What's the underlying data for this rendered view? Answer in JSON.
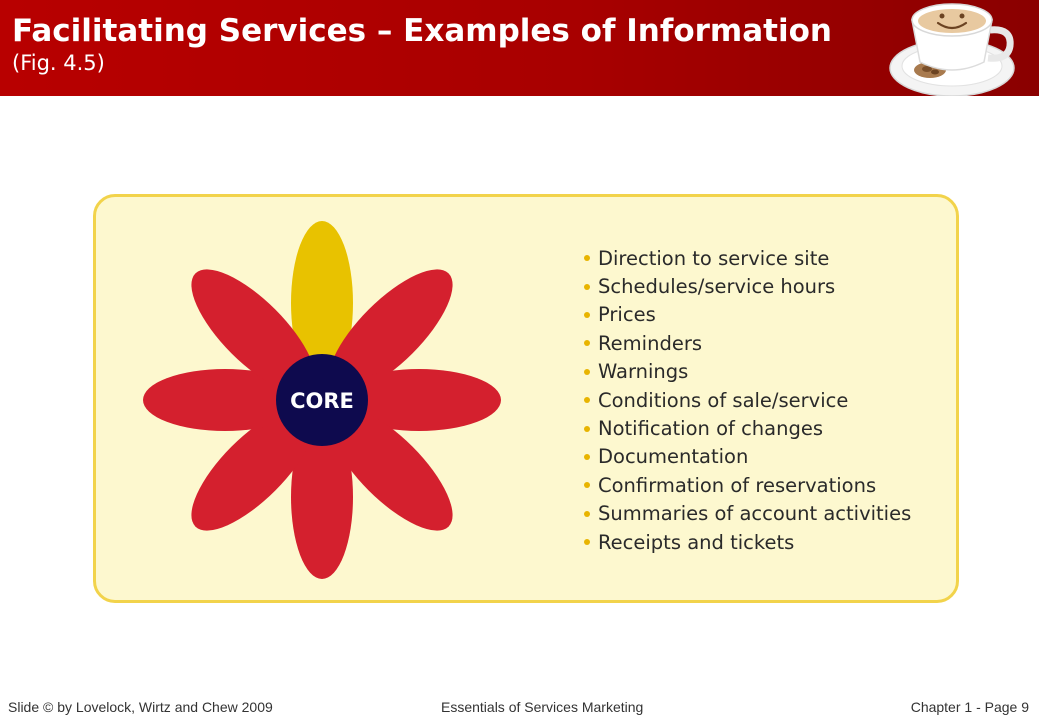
{
  "header": {
    "title": "Facilitating Services – Examples of Information",
    "subtitle": "(Fig. 4.5)"
  },
  "figure": {
    "core_label": "CORE",
    "colors": {
      "highlight_petal": "#e8c200",
      "petal": "#d4202e",
      "core": "#0e0a4e",
      "panel_bg": "#fdf8cf",
      "panel_border": "#f2d34b",
      "bullet": "#e8b400"
    },
    "items": [
      "Direction to service site",
      "Schedules/service hours",
      "Prices",
      "Reminders",
      "Warnings",
      "Conditions of sale/service",
      "Notification of changes",
      "Documentation",
      "Confirmation of reservations",
      "Summaries of account activities",
      "Receipts and tickets"
    ]
  },
  "footer": {
    "left": "Slide © by Lovelock, Wirtz and Chew 2009",
    "center": "Essentials of Services Marketing",
    "right": "Chapter 1 - Page 9"
  }
}
